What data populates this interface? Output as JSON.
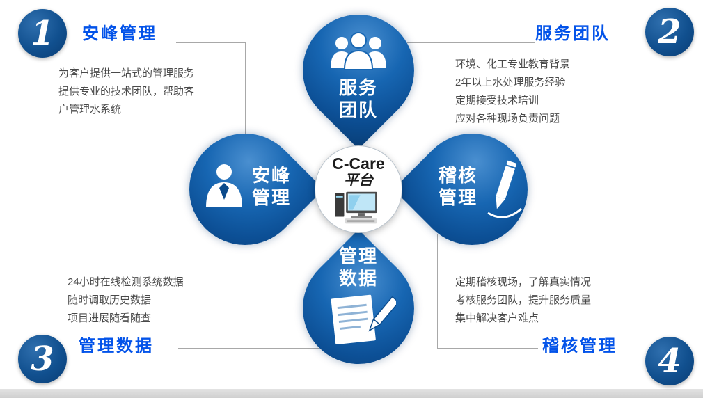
{
  "center": {
    "title_en": "C-Care",
    "title_cn": "平台",
    "icon": "computer-icon"
  },
  "petals": {
    "top": {
      "label_line1": "服务",
      "label_line2": "团队",
      "icon": "team-icon"
    },
    "left": {
      "label_line1": "安峰",
      "label_line2": "管理",
      "icon": "person-icon"
    },
    "right": {
      "label_line1": "稽核",
      "label_line2": "管理",
      "icon": "pencil-icon"
    },
    "bottom": {
      "label_line1": "管理",
      "label_line2": "数据",
      "icon": "document-pen-icon"
    }
  },
  "corners": {
    "top_left": {
      "number": "1",
      "title": "安峰管理",
      "lines": [
        "为客户提供一站式的管理服务",
        "提供专业的技术团队，帮助客",
        "户管理水系统"
      ]
    },
    "top_right": {
      "number": "2",
      "title": "服务团队",
      "lines": [
        "环境、化工专业教育背景",
        "2年以上水处理服务经验",
        "定期接受技术培训",
        "应对各种现场负责问题"
      ]
    },
    "bottom_left": {
      "number": "3",
      "title": "管理数据",
      "lines": [
        "24小时在线检测系统数据",
        "随时调取历史数据",
        "项目进展随看随查"
      ]
    },
    "bottom_right": {
      "number": "4",
      "title": "稽核管理",
      "lines": [
        "定期稽核现场，了解真实情况",
        "考核服务团队，提升服务质量",
        "集中解决客户难点"
      ]
    }
  },
  "colors": {
    "petal_blue": "#0c4f95",
    "badge_blue": "#11508f",
    "title_blue": "#0353e9",
    "body_text": "#4a4a4a"
  }
}
